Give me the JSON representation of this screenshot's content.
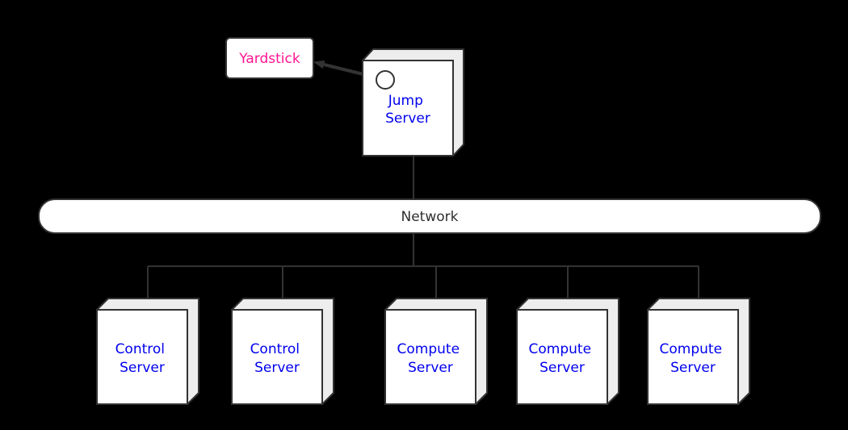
{
  "colors": {
    "background": "#000000",
    "node_fill": "#ffffff",
    "node_shade_fill": "#ededed",
    "line": "#333333",
    "server_label_text": "#0000ee",
    "yardstick_label_text": "#ff1493",
    "network_label_text": "#2f2f2f"
  },
  "yardstick": {
    "label": "Yardstick"
  },
  "jump_server": {
    "lines": [
      "Jump",
      "Server"
    ]
  },
  "network": {
    "label": "Network"
  },
  "servers": [
    {
      "lines": [
        "Control",
        "Server"
      ]
    },
    {
      "lines": [
        "Control",
        "Server"
      ]
    },
    {
      "lines": [
        "Compute",
        "Server"
      ]
    },
    {
      "lines": [
        "Compute",
        "Server"
      ]
    },
    {
      "lines": [
        "Compute",
        "Server"
      ]
    }
  ]
}
